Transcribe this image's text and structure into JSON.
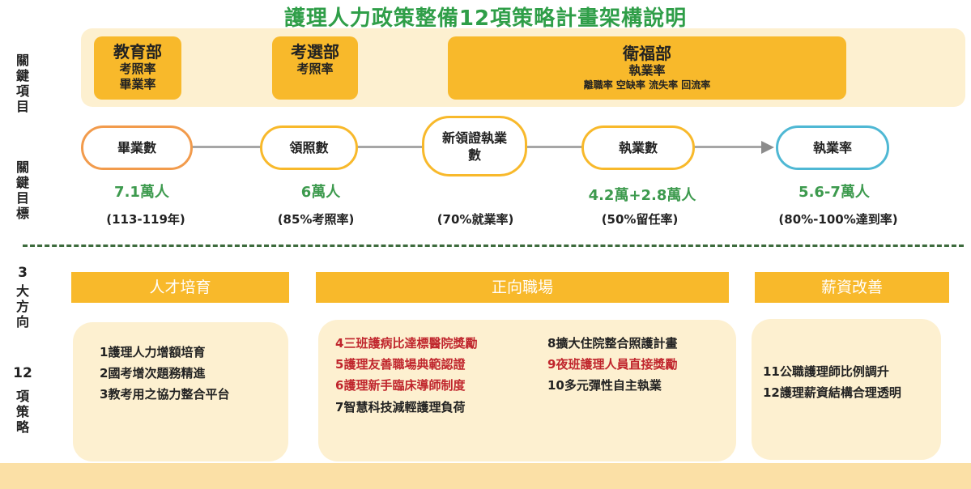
{
  "title": "護理人力政策整備12項策略計畫架構說明",
  "side_labels": {
    "key_items": "關鍵項目",
    "key_targets": "關鍵目標",
    "directions_num": "3",
    "directions": "大方向",
    "strategies_num": "12",
    "strategies": "項策略"
  },
  "ministries": [
    {
      "name": "教育部",
      "lines": [
        "考照率",
        "畢業率"
      ]
    },
    {
      "name": "考選部",
      "lines": [
        "考照率"
      ]
    },
    {
      "name": "衛福部",
      "lines": [
        "執業率"
      ],
      "detail": "離職率 空缺率 流失率 回流率"
    }
  ],
  "flow": [
    {
      "label": "畢業數",
      "value": "7.1萬人",
      "note": "(113-119年)",
      "color": "#f29b4c"
    },
    {
      "label": "領照數",
      "value": "6萬人",
      "note": "(85%考照率)",
      "color": "#f8b92b"
    },
    {
      "label": "新領證執業數",
      "value": "",
      "note": "(70%就業率)",
      "color": "#f8b92b"
    },
    {
      "label": "執業數",
      "value": "4.2萬+2.8萬人",
      "note": "(50%留任率)",
      "color": "#f8b92b"
    },
    {
      "label": "執業率",
      "value": "5.6-7萬人",
      "note": "(80%-100%達到率)",
      "color": "#4fb8d4"
    }
  ],
  "directions": [
    {
      "name": "人才培育",
      "items": [
        {
          "num": "1",
          "text": "護理人力增額培育",
          "highlight": false
        },
        {
          "num": "2",
          "text": "國考增次題務精進",
          "highlight": false
        },
        {
          "num": "3",
          "text": "教考用之協力整合平台",
          "highlight": false
        }
      ]
    },
    {
      "name": "正向職場",
      "items": [
        {
          "num": "4",
          "text": "三班護病比達標醫院獎勵",
          "highlight": true
        },
        {
          "num": "5",
          "text": "護理友善職場典範認證",
          "highlight": true
        },
        {
          "num": "6",
          "text": "護理新手臨床導師制度",
          "highlight": true
        },
        {
          "num": "7",
          "text": "智慧科技減輕護理負荷",
          "highlight": false
        },
        {
          "num": "8",
          "text": "擴大住院整合照護計畫",
          "highlight": false
        },
        {
          "num": "9",
          "text": "夜班護理人員直接獎勵",
          "highlight": true
        },
        {
          "num": "10",
          "text": "多元彈性自主執業",
          "highlight": false
        }
      ]
    },
    {
      "name": "薪資改善",
      "items": [
        {
          "num": "11",
          "text": "公職護理師比例調升",
          "highlight": false
        },
        {
          "num": "12",
          "text": "護理薪資結構合理透明",
          "highlight": false
        }
      ]
    }
  ]
}
